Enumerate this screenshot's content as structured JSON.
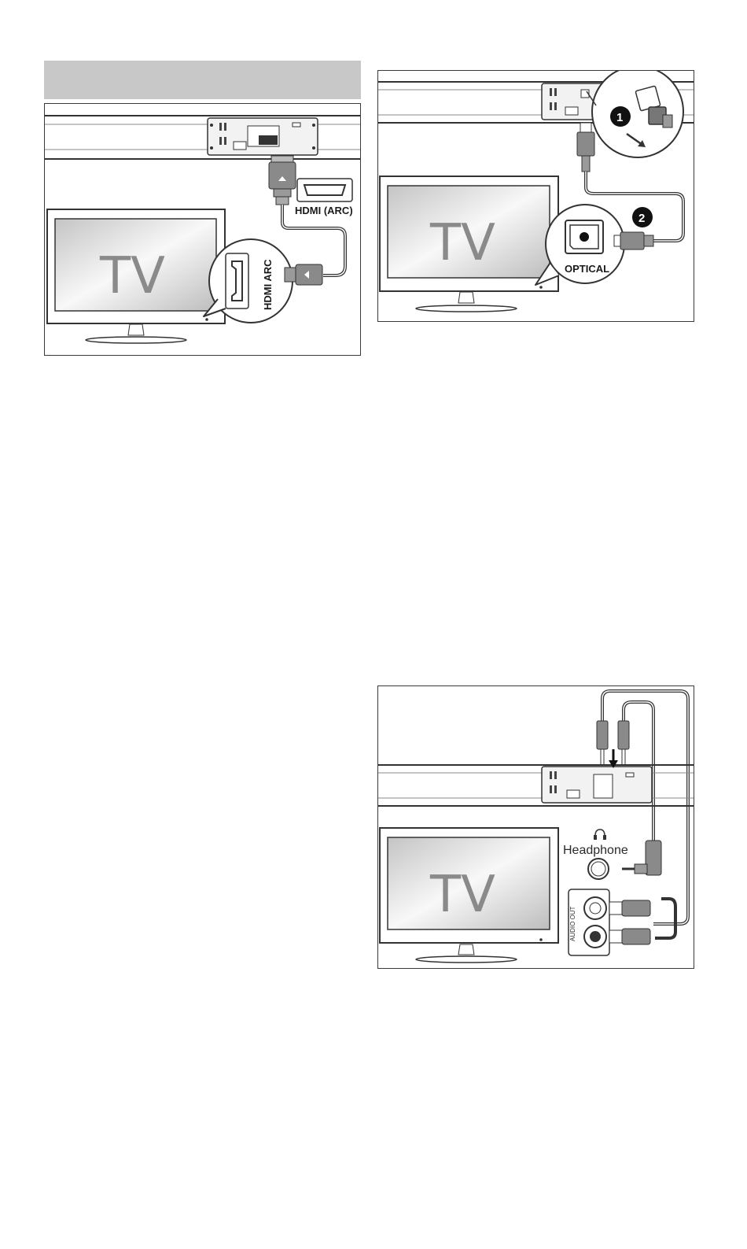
{
  "panels": [
    {
      "tv_label": "TV",
      "port_label_1": "HDMI (ARC)",
      "port_label_2": "HDMI ARC"
    },
    {
      "tv_label": "TV",
      "port_label": "OPTICAL",
      "step1": "1",
      "step2": "2"
    },
    {
      "tv_label": "TV",
      "headphone_label": "Headphone",
      "audio_out_label": "AUDIO OUT"
    }
  ]
}
